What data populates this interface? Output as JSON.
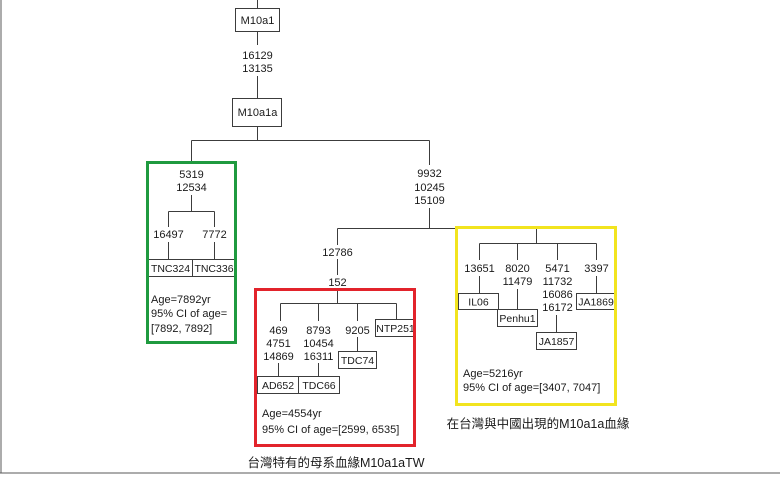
{
  "tree": {
    "root": {
      "label": "M10a1",
      "mutations": [
        "16129",
        "13135"
      ]
    },
    "m10a1a": {
      "label": "M10a1a"
    },
    "green_clade": {
      "color": "#1f9a3f",
      "mutations": [
        "5319",
        "12534"
      ],
      "branches": [
        {
          "mutation": "16497",
          "sample": "TNC324"
        },
        {
          "mutation": "7772",
          "sample": "TNC336"
        }
      ],
      "age": "Age=7892yr",
      "ci_label": "95% CI of age=",
      "ci_value": "[7892, 7892]"
    },
    "right_branch": {
      "mutations": [
        "9932",
        "10245",
        "15109"
      ]
    },
    "red_clade": {
      "color": "#e2232b",
      "stem_mutations": [
        "12786",
        "152"
      ],
      "branches": [
        {
          "mutations": [
            "469",
            "4751",
            "14869"
          ],
          "sample": "AD652"
        },
        {
          "mutations": [
            "8793",
            "10454",
            "16311"
          ],
          "sample": "TDC66"
        },
        {
          "mutations": [
            "9205"
          ],
          "sample": "TDC74"
        },
        {
          "sample": "NTP251"
        }
      ],
      "age": "Age=4554yr",
      "ci": "95% CI of age=[2599, 6535]",
      "caption": "台灣特有的母系血緣M10a1aTW"
    },
    "yellow_clade": {
      "color": "#f2e41f",
      "branches": [
        {
          "mutations": [
            "13651"
          ],
          "sample": "IL06"
        },
        {
          "mutations": [
            "8020",
            "11479"
          ],
          "sample": "Penhu1"
        },
        {
          "mutations": [
            "5471",
            "11732",
            "16086",
            "16172"
          ],
          "sample": "JA1857"
        },
        {
          "mutations": [
            "3397"
          ],
          "sample": "JA1869"
        }
      ],
      "age": "Age=5216yr",
      "ci": "95% CI of age=[3407, 7047]",
      "caption": "在台灣與中國出現的M10a1a血緣"
    }
  }
}
